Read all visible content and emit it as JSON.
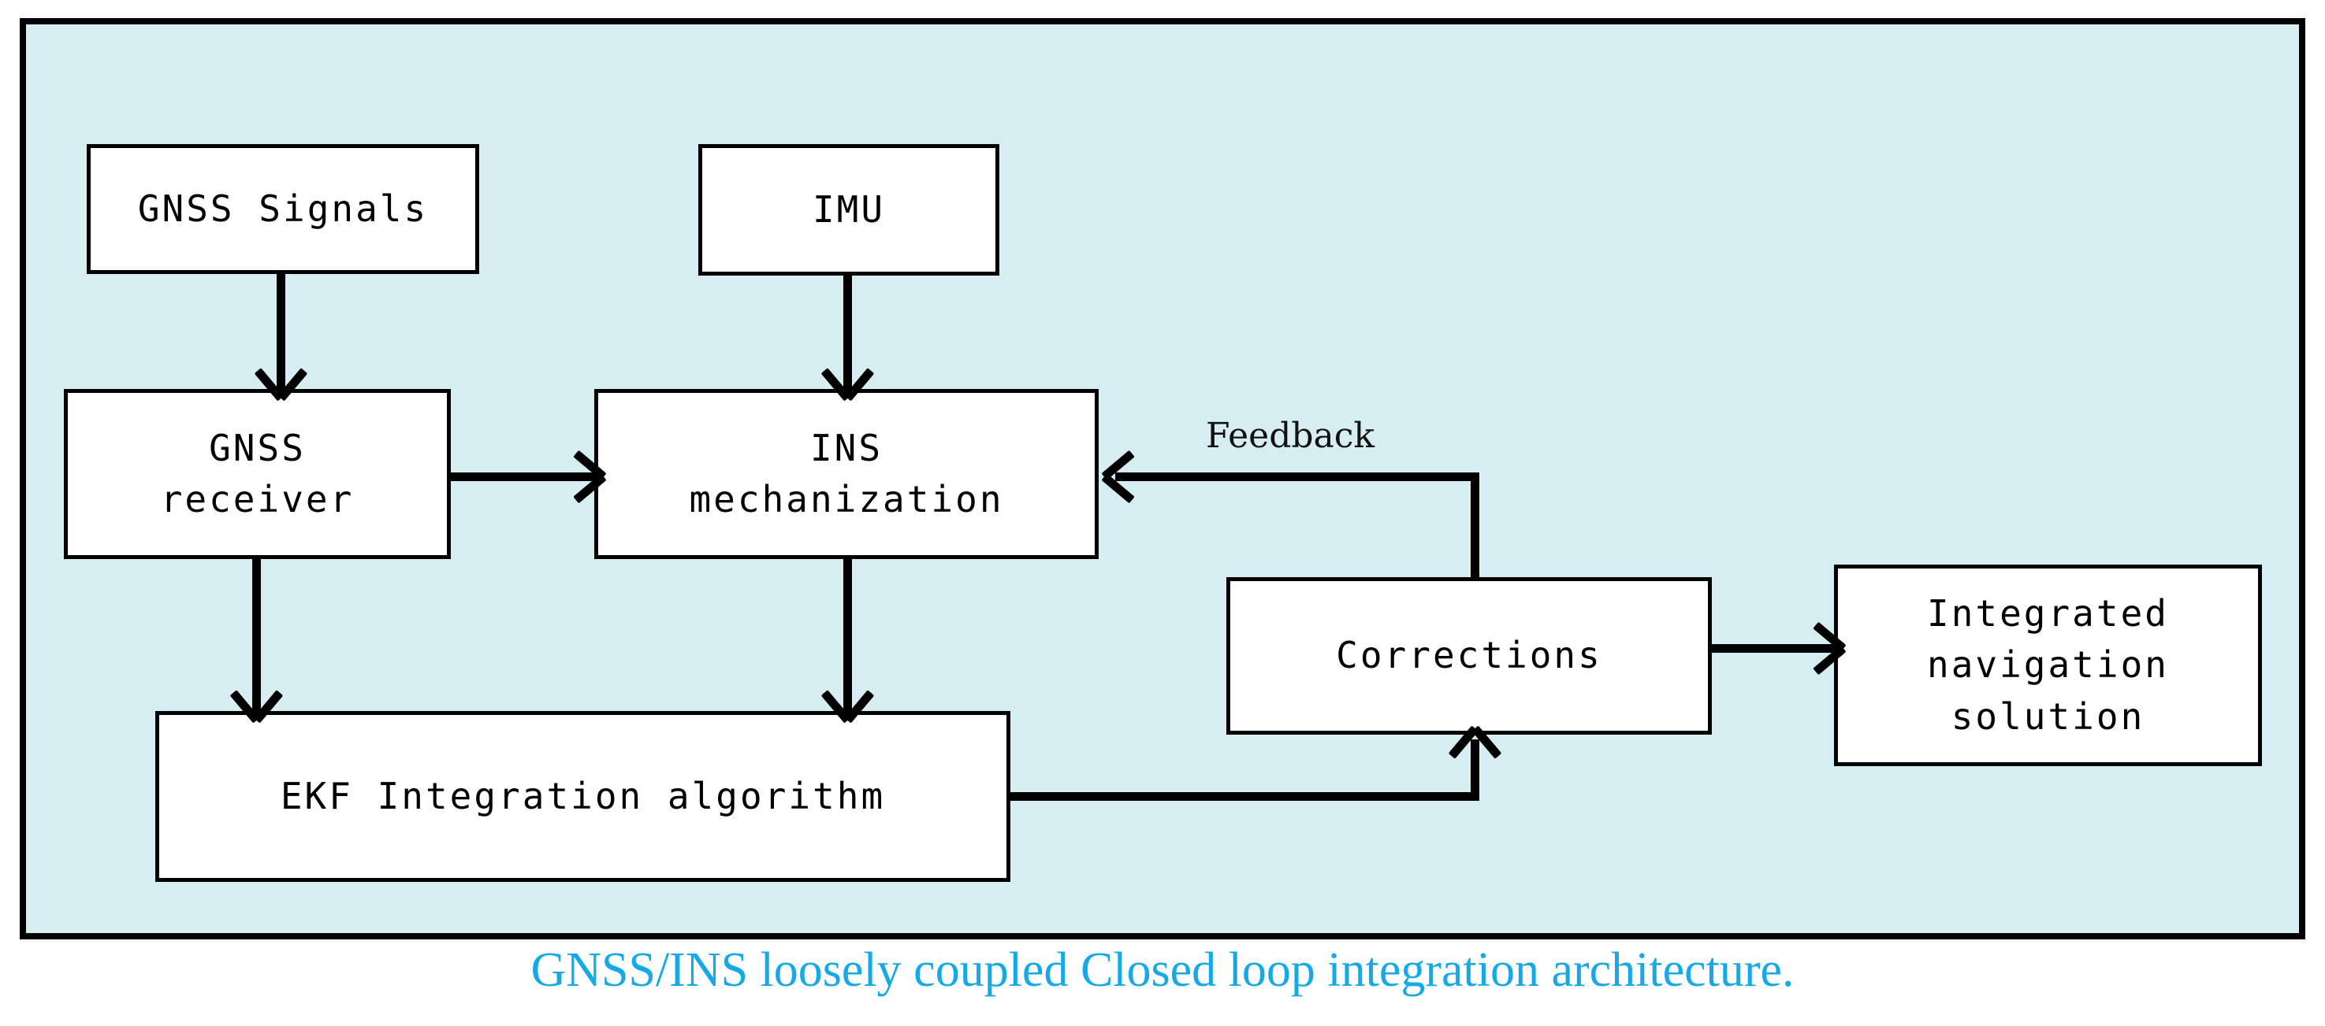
{
  "figure": {
    "caption": "GNSS/INS loosely coupled Closed loop integration architecture.",
    "caption_color": "#16a9e8",
    "panel_background": "#d6edf2",
    "node_background": "#ffffff",
    "line_color": "#000000"
  },
  "nodes": [
    {
      "id": "gnss-signals",
      "label": "GNSS Signals"
    },
    {
      "id": "imu",
      "label": "IMU"
    },
    {
      "id": "gnss-receiver",
      "label": "GNSS\nreceiver"
    },
    {
      "id": "ins",
      "label": "INS\nmechanization"
    },
    {
      "id": "corrections",
      "label": "Corrections"
    },
    {
      "id": "integrated",
      "label": "Integrated\nnavigation\nsolution"
    },
    {
      "id": "ekf",
      "label": "EKF Integration algorithm"
    }
  ],
  "edges": [
    {
      "id": "e1",
      "from": "gnss-signals",
      "to": "gnss-receiver",
      "label": ""
    },
    {
      "id": "e2",
      "from": "imu",
      "to": "ins",
      "label": ""
    },
    {
      "id": "e3",
      "from": "gnss-receiver",
      "to": "ins",
      "label": ""
    },
    {
      "id": "e4",
      "from": "gnss-receiver",
      "to": "ekf",
      "label": ""
    },
    {
      "id": "e5",
      "from": "ins",
      "to": "ekf",
      "label": ""
    },
    {
      "id": "e6",
      "from": "ekf",
      "to": "corrections",
      "label": ""
    },
    {
      "id": "e7",
      "from": "corrections",
      "to": "integrated",
      "label": ""
    },
    {
      "id": "e8",
      "from": "corrections",
      "to": "ins",
      "label": "Feedback"
    }
  ],
  "labels": {
    "feedback": "Feedback"
  }
}
